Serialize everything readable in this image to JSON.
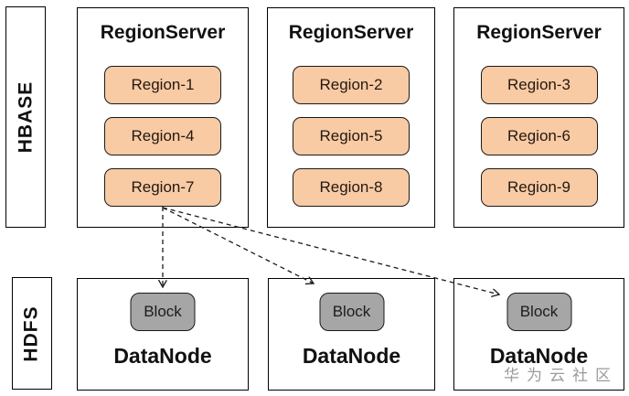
{
  "layers": {
    "hbase": "HBASE",
    "hdfs": "HDFS"
  },
  "region_servers": [
    {
      "title": "RegionServer",
      "regions": [
        "Region-1",
        "Region-4",
        "Region-7"
      ]
    },
    {
      "title": "RegionServer",
      "regions": [
        "Region-2",
        "Region-5",
        "Region-8"
      ]
    },
    {
      "title": "RegionServer",
      "regions": [
        "Region-3",
        "Region-6",
        "Region-9"
      ]
    }
  ],
  "data_nodes": [
    {
      "title": "DataNode",
      "block": "Block"
    },
    {
      "title": "DataNode",
      "block": "Block"
    },
    {
      "title": "DataNode",
      "block": "Block"
    }
  ],
  "arrows": [
    {
      "from": "Region-7",
      "to": "Block (DataNode 1)",
      "style": "dashed"
    },
    {
      "from": "Region-7",
      "to": "Block (DataNode 2)",
      "style": "dashed"
    },
    {
      "from": "Region-7",
      "to": "Block (DataNode 3)",
      "style": "dashed"
    }
  ],
  "watermark": "华为云社区",
  "colors": {
    "region_fill": "#F8CBA4",
    "block_fill": "#A6A6A6",
    "line": "#1A1A1A",
    "watermark": "#9B9B9B"
  }
}
